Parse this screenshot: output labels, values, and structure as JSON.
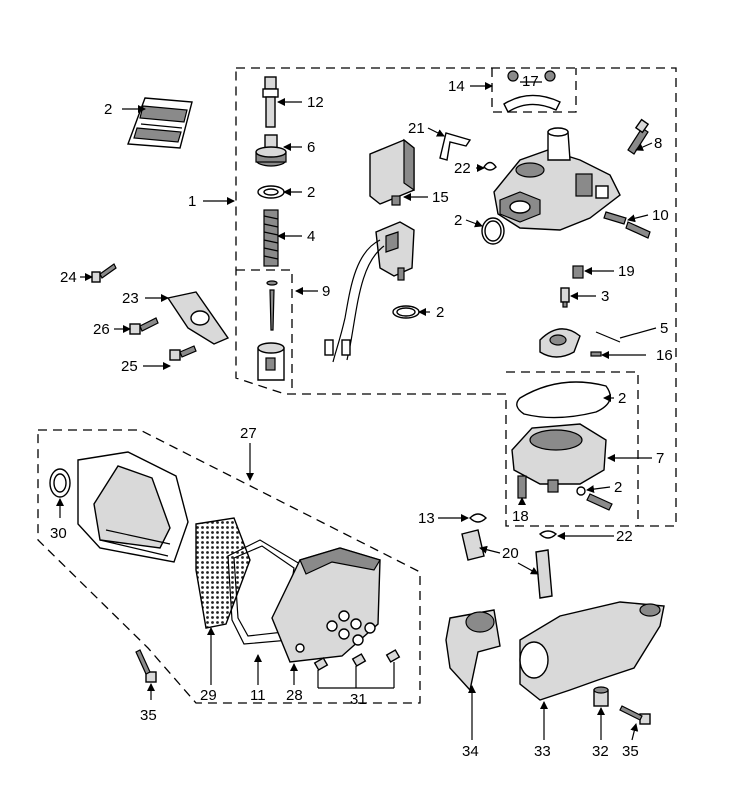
{
  "labels": [
    {
      "id": "l1",
      "text": "1"
    },
    {
      "id": "l2a",
      "text": "2"
    },
    {
      "id": "l2b",
      "text": "2"
    },
    {
      "id": "l2c",
      "text": "2"
    },
    {
      "id": "l2d",
      "text": "2"
    },
    {
      "id": "l2e",
      "text": "2"
    },
    {
      "id": "l2f",
      "text": "2"
    },
    {
      "id": "l3",
      "text": "3"
    },
    {
      "id": "l4",
      "text": "4"
    },
    {
      "id": "l5",
      "text": "5"
    },
    {
      "id": "l6",
      "text": "6"
    },
    {
      "id": "l7",
      "text": "7"
    },
    {
      "id": "l8",
      "text": "8"
    },
    {
      "id": "l9",
      "text": "9"
    },
    {
      "id": "l10",
      "text": "10"
    },
    {
      "id": "l11",
      "text": "11"
    },
    {
      "id": "l12",
      "text": "12"
    },
    {
      "id": "l13",
      "text": "13"
    },
    {
      "id": "l14",
      "text": "14"
    },
    {
      "id": "l15",
      "text": "15"
    },
    {
      "id": "l16",
      "text": "16"
    },
    {
      "id": "l17",
      "text": "17"
    },
    {
      "id": "l18",
      "text": "18"
    },
    {
      "id": "l19",
      "text": "19"
    },
    {
      "id": "l20",
      "text": "20"
    },
    {
      "id": "l21",
      "text": "21"
    },
    {
      "id": "l22a",
      "text": "22"
    },
    {
      "id": "l22b",
      "text": "22"
    },
    {
      "id": "l23",
      "text": "23"
    },
    {
      "id": "l24",
      "text": "24"
    },
    {
      "id": "l25",
      "text": "25"
    },
    {
      "id": "l26",
      "text": "26"
    },
    {
      "id": "l27",
      "text": "27"
    },
    {
      "id": "l28",
      "text": "28"
    },
    {
      "id": "l29",
      "text": "29"
    },
    {
      "id": "l30",
      "text": "30"
    },
    {
      "id": "l31",
      "text": "31"
    },
    {
      "id": "l32",
      "text": "32"
    },
    {
      "id": "l33",
      "text": "33"
    },
    {
      "id": "l34",
      "text": "34"
    },
    {
      "id": "l35a",
      "text": "35"
    },
    {
      "id": "l35b",
      "text": "35"
    }
  ]
}
